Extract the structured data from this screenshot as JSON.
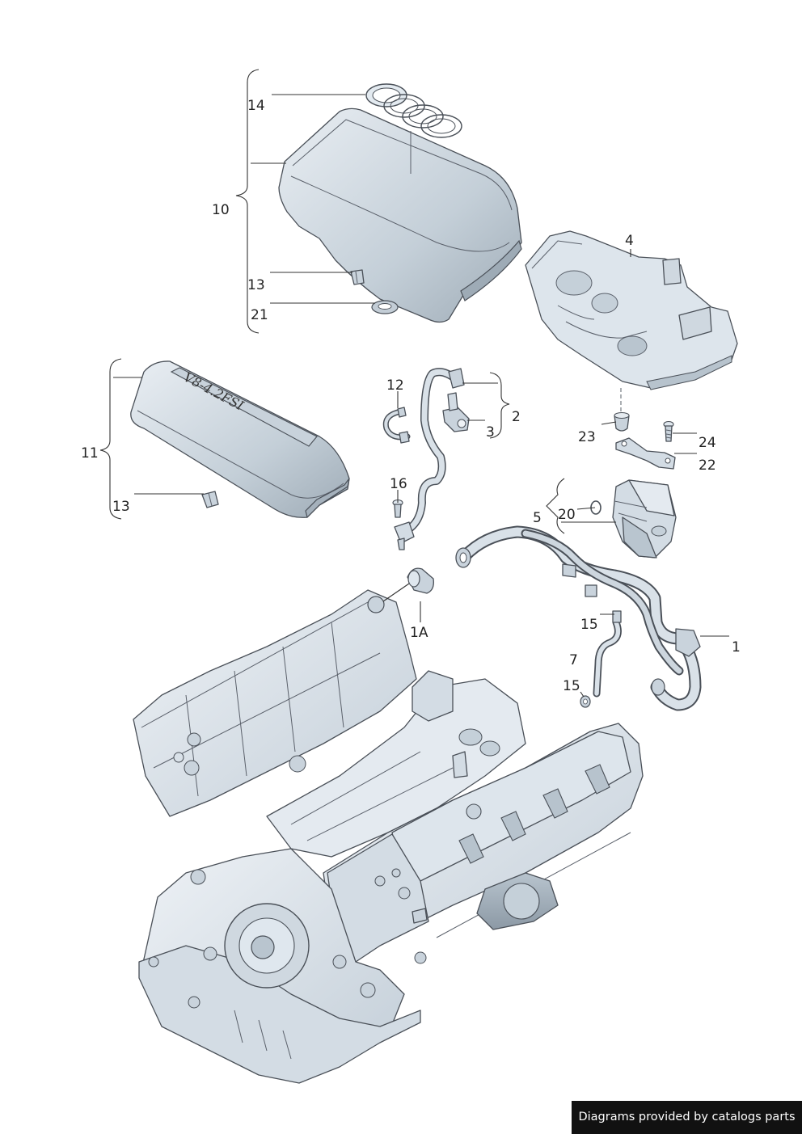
{
  "callouts": {
    "c1": "1",
    "c1a": "1A",
    "c2": "2",
    "c3": "3",
    "c4": "4",
    "c5": "5",
    "c7": "7",
    "c10": "10",
    "c11": "11",
    "c12": "12",
    "c13a": "13",
    "c13b": "13",
    "c14": "14",
    "c15a": "15",
    "c15b": "15",
    "c16": "16",
    "c20": "20",
    "c21": "21",
    "c22": "22",
    "c23": "23",
    "c24": "24"
  },
  "cover_badge": "V8-4.2FSI",
  "footer": {
    "credit": "Diagrams provided by catalogs parts"
  },
  "colors": {
    "part_fill": "#dfe7ee",
    "part_shadow": "#a9b6c1",
    "hose": "#8a949e",
    "outline": "#4a5058",
    "footer_bg": "#111111"
  }
}
